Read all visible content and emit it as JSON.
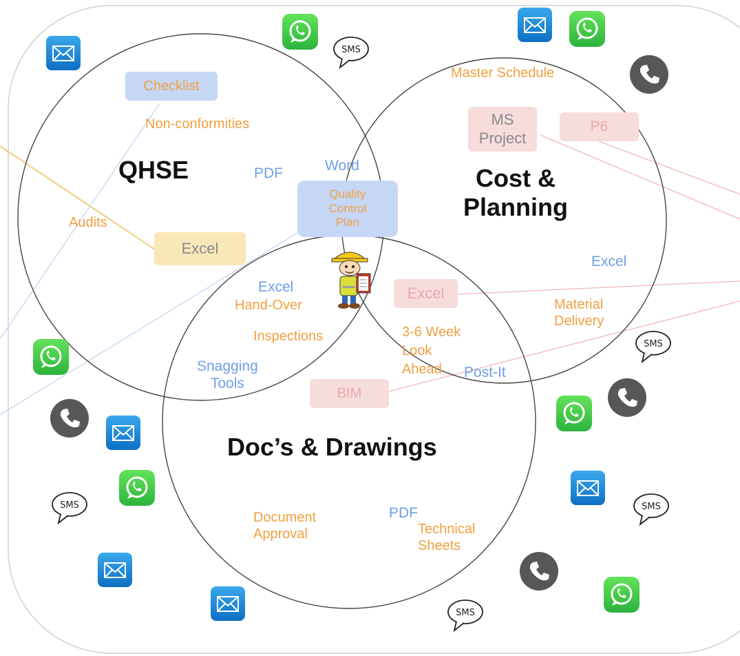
{
  "sets": {
    "qhse": "QHSE",
    "cost": [
      "Cost &",
      "Planning"
    ],
    "docs": "Doc’s & Drawings"
  },
  "labels": {
    "checklist": "Checklist",
    "non_conformities": "Non-conformities",
    "pdf_qhse": "PDF",
    "audits": "Audits",
    "excel_qhse": "Excel",
    "word": "Word",
    "quality_control_plan": [
      "Quality",
      "Control",
      "Plan"
    ],
    "master_schedule": "Master Schedule",
    "ms_project": [
      "MS",
      "Project"
    ],
    "p6": "P6",
    "excel_cost": "Excel",
    "material_delivery": [
      "Material",
      "Delivery"
    ],
    "excel_overlap": "Excel",
    "hand_over": "Hand-Over",
    "inspections": "Inspections",
    "snagging_tools": [
      "Snagging",
      "Tools"
    ],
    "excel_center": "Excel",
    "look_ahead": [
      "3-6 Week",
      "Look",
      "Ahead"
    ],
    "post_it": "Post-It",
    "bim": "BIM",
    "document_approval": [
      "Document",
      "Approval"
    ],
    "pdf_docs": "PDF",
    "technical_sheets": [
      "Technical",
      "Sheets"
    ]
  },
  "icons": {
    "sms_text": "SMS",
    "email": "email-icon",
    "whatsapp": "whatsapp-icon",
    "phone": "phone-icon",
    "sms": "sms-bubble-icon"
  },
  "colors": {
    "orange_text": "#f0a040",
    "blue_text": "#6f9ee6",
    "blue_box": "#c6d6f5",
    "yellow_box": "#f8e8b8",
    "pink_box": "#f7dcdc",
    "pink_text": "#e9a9a9",
    "gray_text": "#8a8a8a"
  }
}
